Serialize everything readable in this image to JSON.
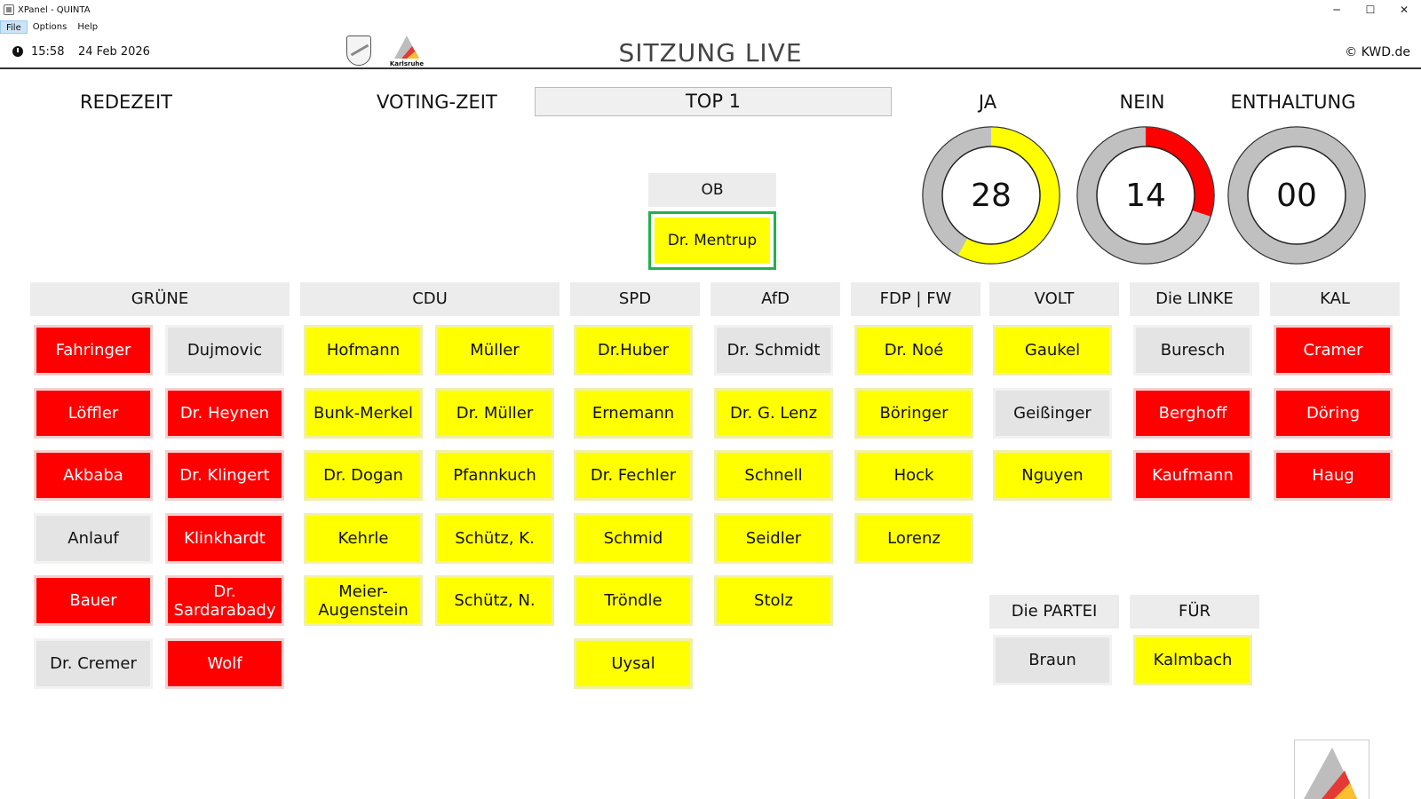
{
  "window": {
    "title": "XPanel - QUINTA",
    "controls": [
      "─",
      "☐",
      "✕"
    ]
  },
  "menu": [
    "File",
    "Options",
    "Help"
  ],
  "topbar": {
    "time": "15:58",
    "date": "24 Feb 2026",
    "logo_text": "Karlsruhe",
    "title": "SITZUNG LIVE",
    "copyright": "© KWD.de"
  },
  "labels": {
    "redezeit": "REDEZEIT",
    "voting_zeit": "VOTING-ZEIT",
    "top": "TOP 1"
  },
  "colors": {
    "yes": "#ffff00",
    "no": "#ff0000",
    "absent": "#e4e4e4",
    "selected_border": "#22b14c",
    "gauge_track": "#c0c0c0"
  },
  "gauges": [
    {
      "label": "JA",
      "value": "28",
      "fraction": 0.58,
      "color": "#ffff00"
    },
    {
      "label": "NEIN",
      "value": "14",
      "fraction": 0.3,
      "color": "#ff0000"
    },
    {
      "label": "ENTHALTUNG",
      "value": "00",
      "fraction": 0,
      "color": "#c0c0c0"
    }
  ],
  "ob": {
    "header": "OB",
    "member": "Dr. Mentrup",
    "status": "yes"
  },
  "parties": [
    {
      "name": "GRÜNE",
      "members": [
        {
          "name": "Fahringer",
          "status": "no"
        },
        {
          "name": "Dujmovic",
          "status": "absent"
        },
        {
          "name": "Löffler",
          "status": "no"
        },
        {
          "name": "Dr. Heynen",
          "status": "no"
        },
        {
          "name": "Akbaba",
          "status": "no"
        },
        {
          "name": "Dr. Klingert",
          "status": "no"
        },
        {
          "name": "Anlauf",
          "status": "absent"
        },
        {
          "name": "Klinkhardt",
          "status": "no"
        },
        {
          "name": "Bauer",
          "status": "no"
        },
        {
          "name": "Dr.\nSardarabady",
          "status": "no"
        },
        {
          "name": "Dr. Cremer",
          "status": "absent"
        },
        {
          "name": "Wolf",
          "status": "no"
        }
      ]
    },
    {
      "name": "CDU",
      "members": [
        {
          "name": "Hofmann",
          "status": "yes"
        },
        {
          "name": "Müller",
          "status": "yes"
        },
        {
          "name": "Bunk-Merkel",
          "status": "yes"
        },
        {
          "name": "Dr. Müller",
          "status": "yes"
        },
        {
          "name": "Dr. Dogan",
          "status": "yes"
        },
        {
          "name": "Pfannkuch",
          "status": "yes"
        },
        {
          "name": "Kehrle",
          "status": "yes"
        },
        {
          "name": "Schütz, K.",
          "status": "yes"
        },
        {
          "name": "Meier-\nAugenstein",
          "status": "yes"
        },
        {
          "name": "Schütz, N.",
          "status": "yes"
        }
      ]
    },
    {
      "name": "SPD",
      "members": [
        {
          "name": "Dr.Huber",
          "status": "yes"
        },
        {
          "name": "Ernemann",
          "status": "yes"
        },
        {
          "name": "Dr. Fechler",
          "status": "yes"
        },
        {
          "name": "Schmid",
          "status": "yes"
        },
        {
          "name": "Tröndle",
          "status": "yes"
        },
        {
          "name": "Uysal",
          "status": "yes"
        }
      ]
    },
    {
      "name": "AfD",
      "members": [
        {
          "name": "Dr. Schmidt",
          "status": "absent"
        },
        {
          "name": "Dr. G. Lenz",
          "status": "yes"
        },
        {
          "name": "Schnell",
          "status": "yes"
        },
        {
          "name": "Seidler",
          "status": "yes"
        },
        {
          "name": "Stolz",
          "status": "yes"
        }
      ]
    },
    {
      "name": "FDP | FW",
      "members": [
        {
          "name": "Dr. Noé",
          "status": "yes"
        },
        {
          "name": "Böringer",
          "status": "yes"
        },
        {
          "name": "Hock",
          "status": "yes"
        },
        {
          "name": "Lorenz",
          "status": "yes"
        }
      ]
    },
    {
      "name": "VOLT",
      "members": [
        {
          "name": "Gaukel",
          "status": "yes"
        },
        {
          "name": "Geißinger",
          "status": "absent"
        },
        {
          "name": "Nguyen",
          "status": "yes"
        }
      ]
    },
    {
      "name": "Die LINKE",
      "members": [
        {
          "name": "Buresch",
          "status": "absent"
        },
        {
          "name": "Berghoff",
          "status": "no"
        },
        {
          "name": "Kaufmann",
          "status": "no"
        }
      ]
    },
    {
      "name": "KAL",
      "members": [
        {
          "name": "Cramer",
          "status": "no"
        },
        {
          "name": "Döring",
          "status": "no"
        },
        {
          "name": "Haug",
          "status": "no"
        }
      ]
    },
    {
      "name": "Die PARTEI",
      "members": [
        {
          "name": "Braun",
          "status": "absent"
        }
      ]
    },
    {
      "name": "FÜR",
      "members": [
        {
          "name": "Kalmbach",
          "status": "yes"
        }
      ]
    }
  ]
}
